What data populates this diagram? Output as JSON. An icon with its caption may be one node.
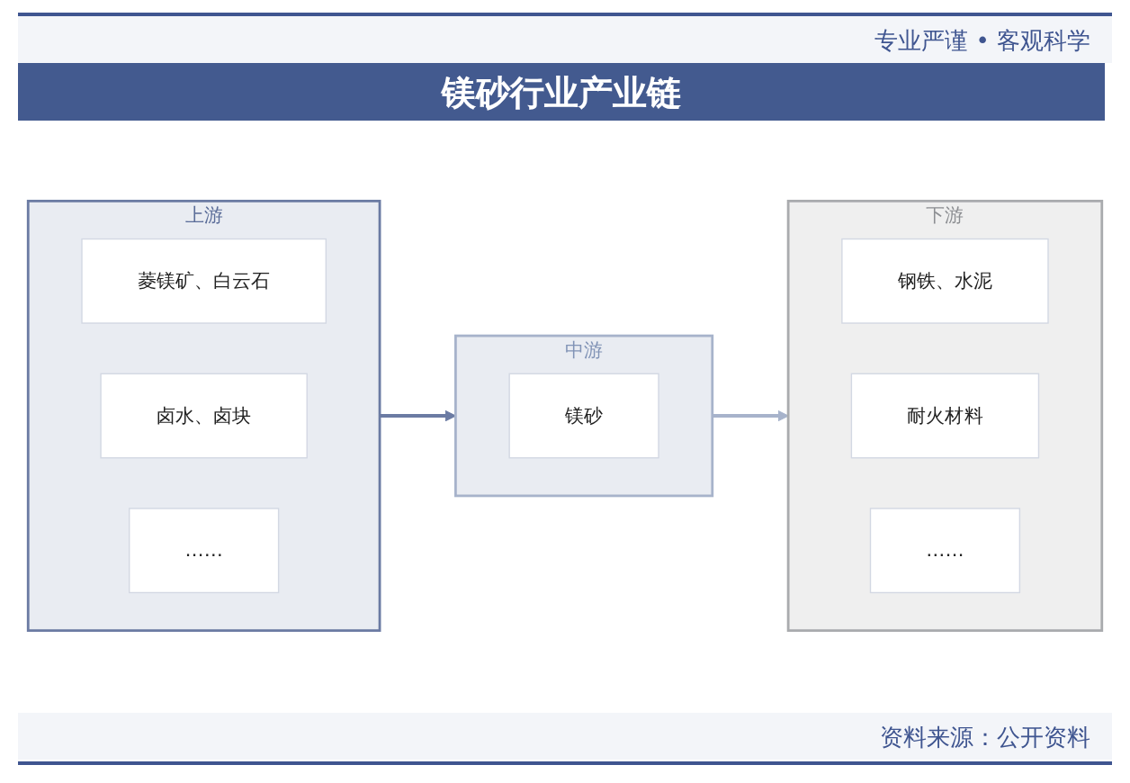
{
  "diagram": {
    "title": "镁砂行业产业链",
    "nodes": [
      {
        "text": [
          "上游"
        ]
      },
      {
        "text": [
          "菱镁矿、白云石"
        ],
        "in": 0
      },
      {
        "text": [
          "卤水、卤块"
        ],
        "in": 0
      },
      {
        "text": [
          "……"
        ],
        "in": 0
      },
      {
        "text": [
          "中游"
        ]
      },
      {
        "text": [
          "镁砂"
        ],
        "in": 4
      },
      {
        "text": [
          "下游"
        ]
      },
      {
        "text": [
          "钢铁、水泥"
        ],
        "in": 6
      },
      {
        "text": [
          "耐火材料"
        ],
        "in": 6
      },
      {
        "text": [
          "……"
        ],
        "in": 6
      }
    ],
    "edges": [
      {
        "from": 0,
        "to": 4,
        "arrow": "to",
        "color": "#6b7ba3"
      },
      {
        "from": 4,
        "to": 6,
        "arrow": "to",
        "color": "#a7b3cb"
      }
    ],
    "labels": [
      "专业严谨 • 客观科学",
      "资料来源：公开资料"
    ]
  }
}
